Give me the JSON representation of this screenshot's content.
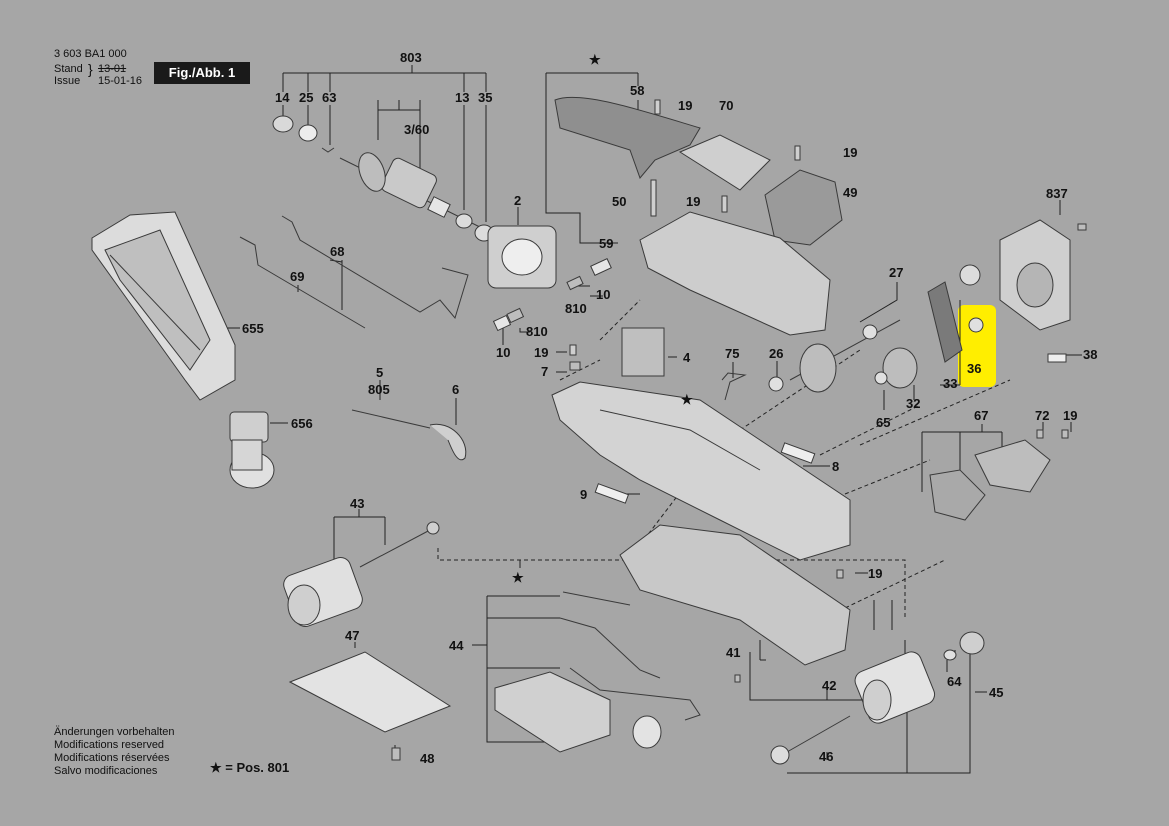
{
  "header": {
    "part_number": "3 603 BA1 000",
    "stand_label": "Stand",
    "issue_label": "Issue",
    "stand_date": "13-01",
    "issue_date": "15-01-16",
    "figure_label": "Fig./Abb. 1"
  },
  "notes": [
    "Änderungen vorbehalten",
    "Modifications reserved",
    "Modifications réservées",
    "Salvo modificaciones"
  ],
  "star_note": "★ = Pos. 801",
  "highlight_color": "#ffee00",
  "callouts": {
    "c803": "803",
    "c14": "14",
    "c25": "25",
    "c63": "63",
    "c13": "13",
    "c35": "35",
    "c360": "3/60",
    "c2": "2",
    "c68": "68",
    "c69": "69",
    "c655": "655",
    "c656": "656",
    "c10a": "10",
    "c810a": "810",
    "c810b": "810",
    "c10b": "10",
    "c5": "5",
    "c805": "805",
    "c6": "6",
    "c43": "43",
    "c47": "47",
    "c48": "48",
    "c58": "58",
    "c19a": "19",
    "c70": "70",
    "c19b": "19",
    "c49": "49",
    "c50": "50",
    "c19c": "19",
    "c59": "59",
    "c837": "837",
    "c27": "27",
    "c36": "36",
    "c33": "33",
    "c38": "38",
    "c4": "4",
    "c19d": "19",
    "c7": "7",
    "c75": "75",
    "c26": "26",
    "c32": "32",
    "c65": "65",
    "c67": "67",
    "c72": "72",
    "c19e": "19",
    "c8": "8",
    "c9": "9",
    "c19f": "19",
    "c44": "44",
    "c41": "41",
    "c42": "42",
    "c64": "64",
    "c45": "45",
    "c46": "46"
  }
}
